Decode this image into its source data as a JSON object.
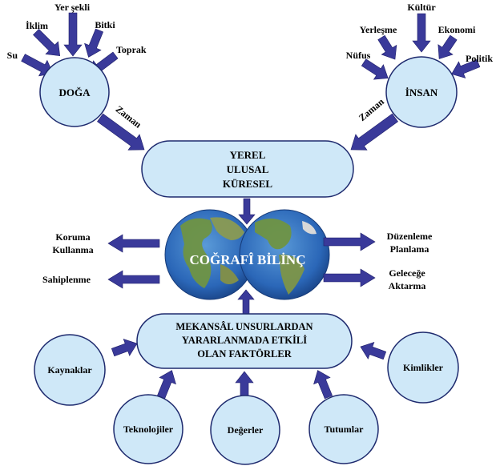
{
  "doga": {
    "label": "DOĞA",
    "inputs": [
      "Su",
      "İklim",
      "Yer şekli",
      "Bitki",
      "Toprak"
    ],
    "zaman": "Zaman"
  },
  "insan": {
    "label": "İNSAN",
    "inputs": [
      "Nüfus",
      "Yerleşme",
      "Kültür",
      "Ekonomi",
      "Politik"
    ],
    "zaman": "Zaman"
  },
  "scales": {
    "line1": "YEREL",
    "line2": "ULUSAL",
    "line3": "KÜRESEL"
  },
  "globe": {
    "label": "COĞRAFÎ BİLİNÇ"
  },
  "left_outputs": {
    "top_line1": "Koruma",
    "top_line2": "Kullanma",
    "bottom": "Sahiplenme"
  },
  "right_outputs": {
    "top_line1": "Düzenleme",
    "top_line2": "Planlama",
    "bottom_line1": "Geleceğe",
    "bottom_line2": "Aktarma"
  },
  "factors": {
    "line1": "MEKANSÂL UNSURLARDAN",
    "line2": "YARARLANMADA  ETKİLİ",
    "line3": "OLAN FAKTÖRLER"
  },
  "factor_circles": [
    "Kaynaklar",
    "Teknolojiler",
    "Değerler",
    "Tutumlar",
    "Kimlikler"
  ],
  "colors": {
    "circle_fill": "#cfe8f8",
    "outline": "#1e2a6e",
    "arrow": "#3a3a9a",
    "ocean": "#2b67b8",
    "land": "#5f8a3c"
  }
}
